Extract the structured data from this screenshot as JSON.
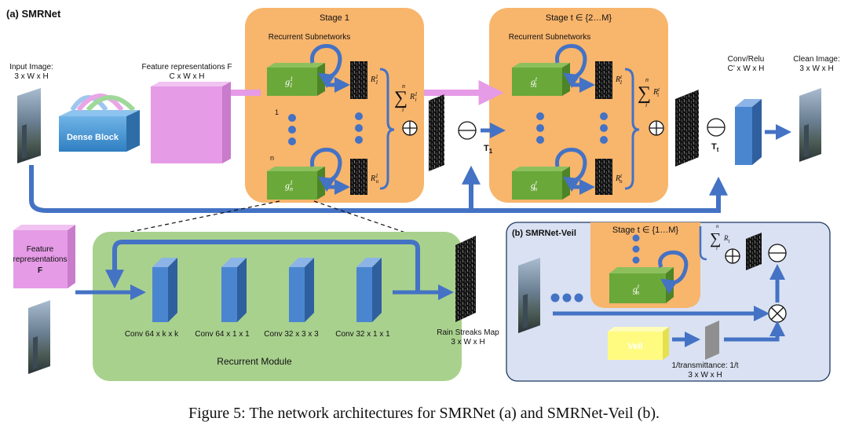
{
  "section_a": {
    "label": "(a)  SMRNet",
    "input": {
      "line1": "Input Image:",
      "line2": "3 x W x H"
    },
    "dense_block": "Dense Block",
    "features": {
      "line1": "Feature representations F",
      "line2": "C x W x H"
    },
    "stage1": {
      "title": "Stage 1",
      "subtitle": "Recurrent Subnetworks",
      "g_top": "g",
      "g_top_sub": "1",
      "g_top_sup": "1",
      "g_bot": "g",
      "g_bot_sub": "n",
      "g_bot_sup": "1",
      "idx_top": "1",
      "idx_bot": "n",
      "r_top": "R",
      "r_top_sub": "1",
      "r_top_sup": "1",
      "r_bot": "R",
      "r_bot_sub": "n",
      "r_bot_sup": "1",
      "sum_upper": "n",
      "sum_lower": "i",
      "sum_r": "R",
      "sum_r_sub": "i",
      "sum_r_sup": "1"
    },
    "t1": "T",
    "t1_sub": "1",
    "staget": {
      "title": "Stage t ∈ {2…M}",
      "subtitle": "Recurrent Subnetworks",
      "g_top": "g",
      "g_top_sub": "1",
      "g_top_sup": "t",
      "g_bot": "g",
      "g_bot_sub": "n",
      "g_bot_sup": "t",
      "r_top": "R",
      "r_top_sub": "1",
      "r_top_sup": "t",
      "r_bot": "R",
      "r_bot_sub": "n",
      "r_bot_sup": "t",
      "sum_upper": "n",
      "sum_lower": "i",
      "sum_r": "R",
      "sum_r_sub": "i",
      "sum_r_sup": "t"
    },
    "tt": "T",
    "tt_sub": "t",
    "conv_relu": {
      "line1": "Conv/Relu",
      "line2": "C’ x W x H"
    },
    "clean": {
      "line1": "Clean Image:",
      "line2": "3 x W x H"
    }
  },
  "recurrent_module": {
    "features": {
      "line1": "Feature",
      "line2": "representations",
      "line3": "F"
    },
    "convs": [
      "Conv 64 x k x k",
      "Conv 64 x 1 x 1",
      "Conv 32 x 3 x 3",
      "Conv 32 x 1 x 1"
    ],
    "title": "Recurrent  Module",
    "rain_map": {
      "line1": "Rain Streaks Map",
      "line2": "3 x W x H"
    }
  },
  "section_b": {
    "label": "(b)  SMRNet-Veil",
    "stage_title": "Stage t ∈ {1…M}",
    "g": "g",
    "g_sub": "n",
    "g_sup": "t",
    "sum_upper": "n",
    "sum_lower": "i",
    "sum_r": "R",
    "sum_r_sub": "t",
    "veil": "Veil",
    "transmittance": {
      "line1": "1/transmittance: 1/t",
      "line2": "3 x W x H"
    }
  },
  "caption": "Figure 5: The network architectures for SMRNet (a) and SMRNet-Veil (b).",
  "colors": {
    "stage_orange": "#f8b56c",
    "green_block": "#6aa83a",
    "module_green": "#a9d18e",
    "blue_arrow": "#4472c4",
    "pink": "#e59be6",
    "veil_yellow": "#fffb80",
    "panel_b": "#d9e1f2"
  }
}
